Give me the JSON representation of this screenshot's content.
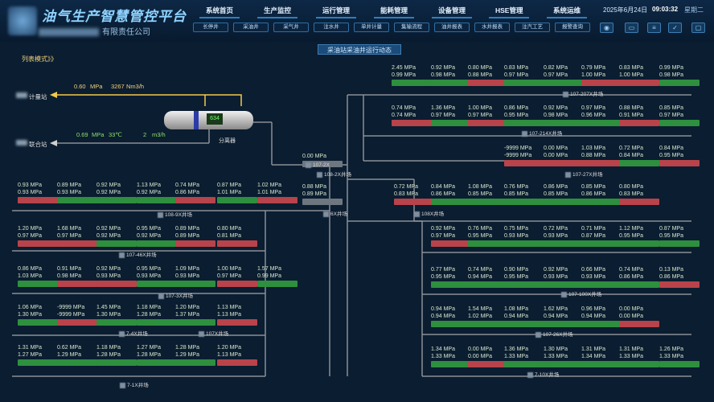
{
  "header": {
    "title": "油气生产智慧管控平台",
    "company_suffix": "有限责任公司",
    "date": "2025年6月24日",
    "time": "09:03:32",
    "weekday": "星期二",
    "nav": [
      "系统首页",
      "生产监控",
      "运行管理",
      "能耗管理",
      "设备管理",
      "HSE管理",
      "系统运维"
    ],
    "sub_nav": [
      "长停井",
      "采油井",
      "采气井",
      "注水井",
      "单井计量",
      "集输流程",
      "油井报表",
      "水井报表",
      "注汽工艺",
      "报警查询"
    ]
  },
  "banner": "采油站采油井运行动态",
  "list_mode": "列表模式》》",
  "flow": {
    "meter_station": "计量站",
    "meter_pressure": "0.60",
    "meter_unit": "MPa",
    "meter_flow": "3267",
    "meter_flow_unit": "Nm3/h",
    "joint_station": "联合站",
    "joint_pressure": "0.69",
    "joint_p_unit": "MPa",
    "joint_temp": "33℃",
    "joint_flow": "2",
    "joint_flow_unit": "m3/h",
    "separator_value": "634",
    "separator_name": "分离器"
  },
  "wells": [
    {
      "v1": "2.45 MPa",
      "v2": "0.99 MPa",
      "s": "green"
    },
    {
      "v1": "0.92 MPa",
      "v2": "0.98 MPa",
      "s": "green"
    },
    {
      "v1": "0.80 MPa",
      "v2": "0.88 MPa",
      "s": "red"
    },
    {
      "v1": "0.83 MPa",
      "v2": "0.97 MPa",
      "s": "green"
    },
    {
      "v1": "0.82 MPa",
      "v2": "0.97 MPa",
      "s": "green"
    },
    {
      "v1": "0.79 MPa",
      "v2": "1.00 MPa",
      "s": "red"
    },
    {
      "v1": "0.83 MPa",
      "v2": "1.00 MPa",
      "s": "red"
    },
    {
      "v1": "0.99 MPa",
      "v2": "0.98 MPa",
      "s": "green"
    },
    {
      "v1": "0.74 MPa",
      "v2": "0.74 MPa",
      "s": "red"
    },
    {
      "v1": "1.36 MPa",
      "v2": "0.97 MPa",
      "s": "green"
    },
    {
      "v1": "1.00 MPa",
      "v2": "0.97 MPa",
      "s": "red"
    },
    {
      "v1": "0.86 MPa",
      "v2": "0.95 MPa",
      "s": "green"
    },
    {
      "v1": "0.92 MPa",
      "v2": "0.98 MPa",
      "s": "green"
    },
    {
      "v1": "0.97 MPa",
      "v2": "0.96 MPa",
      "s": "green"
    },
    {
      "v1": "0.88 MPa",
      "v2": "0.91 MPa",
      "s": "red"
    },
    {
      "v1": "0.85 MPa",
      "v2": "0.97 MPa",
      "s": "green"
    },
    {
      "v1": "-9999 MPa",
      "v2": "-9999 MPa",
      "s": "red"
    },
    {
      "v1": "0.00 MPa",
      "v2": "0.00 MPa",
      "s": "red"
    },
    {
      "v1": "1.03 MPa",
      "v2": "0.88 MPa",
      "s": "red"
    },
    {
      "v1": "0.72 MPa",
      "v2": "0.84 MPa",
      "s": "green"
    },
    {
      "v1": "0.84 MPa",
      "v2": "0.95 MPa",
      "s": "red"
    },
    {
      "v1": "0.00 MPa",
      "v2": "",
      "s": "gray"
    },
    {
      "v1": "0.72 MPa",
      "v2": "0.83 MPa",
      "s": "red"
    },
    {
      "v1": "0.84 MPa",
      "v2": "0.86 MPa",
      "s": "green"
    },
    {
      "v1": "1.08 MPa",
      "v2": "0.85 MPa",
      "s": "green"
    },
    {
      "v1": "0.76 MPa",
      "v2": "0.85 MPa",
      "s": "green"
    },
    {
      "v1": "0.86 MPa",
      "v2": "0.85 MPa",
      "s": "green"
    },
    {
      "v1": "0.85 MPa",
      "v2": "0.86 MPa",
      "s": "green"
    },
    {
      "v1": "0.80 MPa",
      "v2": "0.83 MPa",
      "s": "red"
    },
    {
      "v1": "0.88 MPa",
      "v2": "0.89 MPa",
      "s": "gray"
    },
    {
      "v1": "0.93 MPa",
      "v2": "0.93 MPa",
      "s": "red"
    },
    {
      "v1": "0.89 MPa",
      "v2": "0.93 MPa",
      "s": "green"
    },
    {
      "v1": "0.92 MPa",
      "v2": "0.92 MPa",
      "s": "green"
    },
    {
      "v1": "1.13 MPa",
      "v2": "0.92 MPa",
      "s": "green"
    },
    {
      "v1": "0.74 MPa",
      "v2": "0.86 MPa",
      "s": "red"
    },
    {
      "v1": "0.87 MPa",
      "v2": "1.01 MPa",
      "s": "green"
    },
    {
      "v1": "1.02 MPa",
      "v2": "1.01 MPa",
      "s": "red"
    },
    {
      "v1": "1.20 MPa",
      "v2": "0.97 MPa",
      "s": "red"
    },
    {
      "v1": "1.68 MPa",
      "v2": "0.97 MPa",
      "s": "red"
    },
    {
      "v1": "0.92 MPa",
      "v2": "0.92 MPa",
      "s": "green"
    },
    {
      "v1": "0.95 MPa",
      "v2": "0.92 MPa",
      "s": "green"
    },
    {
      "v1": "0.89 MPa",
      "v2": "0.89 MPa",
      "s": "red"
    },
    {
      "v1": "0.80 MPa",
      "v2": "0.81 MPa",
      "s": "red"
    },
    {
      "v1": "0.92 MPa",
      "v2": "0.97 MPa",
      "s": "red"
    },
    {
      "v1": "0.76 MPa",
      "v2": "0.95 MPa",
      "s": "green"
    },
    {
      "v1": "0.75 MPa",
      "v2": "0.93 MPa",
      "s": "green"
    },
    {
      "v1": "0.72 MPa",
      "v2": "0.93 MPa",
      "s": "green"
    },
    {
      "v1": "0.71 MPa",
      "v2": "0.87 MPa",
      "s": "green"
    },
    {
      "v1": "1.12 MPa",
      "v2": "0.95 MPa",
      "s": "green"
    },
    {
      "v1": "0.87 MPa",
      "v2": "0.95 MPa",
      "s": "green"
    },
    {
      "v1": "0.86 MPa",
      "v2": "1.03 MPa",
      "s": "green"
    },
    {
      "v1": "0.91 MPa",
      "v2": "0.98 MPa",
      "s": "red"
    },
    {
      "v1": "0.92 MPa",
      "v2": "0.93 MPa",
      "s": "red"
    },
    {
      "v1": "0.95 MPa",
      "v2": "0.93 MPa",
      "s": "green"
    },
    {
      "v1": "1.09 MPa",
      "v2": "0.93 MPa",
      "s": "green"
    },
    {
      "v1": "1.00 MPa",
      "v2": "0.97 MPa",
      "s": "red"
    },
    {
      "v1": "1.57 MPa",
      "v2": "0.99 MPa",
      "s": "green"
    },
    {
      "v1": "0.77 MPa",
      "v2": "0.95 MPa",
      "s": "green"
    },
    {
      "v1": "0.74 MPa",
      "v2": "0.94 MPa",
      "s": "green"
    },
    {
      "v1": "0.90 MPa",
      "v2": "0.95 MPa",
      "s": "green"
    },
    {
      "v1": "0.92 MPa",
      "v2": "0.93 MPa",
      "s": "green"
    },
    {
      "v1": "0.66 MPa",
      "v2": "0.93 MPa",
      "s": "green"
    },
    {
      "v1": "0.74 MPa",
      "v2": "0.86 MPa",
      "s": "green"
    },
    {
      "v1": "0.13 MPa",
      "v2": "0.86 MPa",
      "s": "red"
    },
    {
      "v1": "1.06 MPa",
      "v2": "1.30 MPa",
      "s": "green"
    },
    {
      "v1": "-9999 MPa",
      "v2": "-9999 MPa",
      "s": "red"
    },
    {
      "v1": "1.45 MPa",
      "v2": "1.30 MPa",
      "s": "green"
    },
    {
      "v1": "1.18 MPa",
      "v2": "1.28 MPa",
      "s": "green"
    },
    {
      "v1": "1.20 MPa",
      "v2": "1.37 MPa",
      "s": "green"
    },
    {
      "v1": "1.13 MPa",
      "v2": "1.13 MPa",
      "s": "red"
    },
    {
      "v1": "0.94 MPa",
      "v2": "0.94 MPa",
      "s": "green"
    },
    {
      "v1": "1.54 MPa",
      "v2": "1.02 MPa",
      "s": "green"
    },
    {
      "v1": "1.08 MPa",
      "v2": "0.94 MPa",
      "s": "green"
    },
    {
      "v1": "1.62 MPa",
      "v2": "0.94 MPa",
      "s": "green"
    },
    {
      "v1": "0.96 MPa",
      "v2": "0.94 MPa",
      "s": "green"
    },
    {
      "v1": "0.00 MPa",
      "v2": "0.00 MPa",
      "s": "red"
    },
    {
      "v1": "1.31 MPa",
      "v2": "1.27 MPa",
      "s": "green"
    },
    {
      "v1": "0.62 MPa",
      "v2": "1.29 MPa",
      "s": "green"
    },
    {
      "v1": "1.18 MPa",
      "v2": "1.28 MPa",
      "s": "green"
    },
    {
      "v1": "1.27 MPa",
      "v2": "1.28 MPa",
      "s": "green"
    },
    {
      "v1": "1.28 MPa",
      "v2": "1.29 MPa",
      "s": "green"
    },
    {
      "v1": "1.20 MPa",
      "v2": "1.13 MPa",
      "s": "red"
    },
    {
      "v1": "1.34 MPa",
      "v2": "1.33 MPa",
      "s": "green"
    },
    {
      "v1": "0.00 MPa",
      "v2": "0.00 MPa",
      "s": "red"
    },
    {
      "v1": "1.36 MPa",
      "v2": "1.33 MPa",
      "s": "green"
    },
    {
      "v1": "1.30 MPa",
      "v2": "1.33 MPa",
      "s": "green"
    },
    {
      "v1": "1.31 MPa",
      "v2": "1.34 MPa",
      "s": "green"
    },
    {
      "v1": "1.31 MPa",
      "v2": "1.33 MPa",
      "s": "green"
    },
    {
      "v1": "1.26 MPa",
      "v2": "1.33 MPa",
      "s": "green"
    }
  ],
  "groups": [
    "107-207X井场",
    "107-214X井场",
    "107-27X井场",
    "107-2X",
    "108-2X井场",
    "108X井场",
    "6X井场",
    "108-9X井场",
    "107-46X井场",
    "107-3X井场",
    "107-100X井场",
    "7-4X井场",
    "107X井场",
    "107-26X井场",
    "7-1X井场",
    "7-10X井场"
  ]
}
